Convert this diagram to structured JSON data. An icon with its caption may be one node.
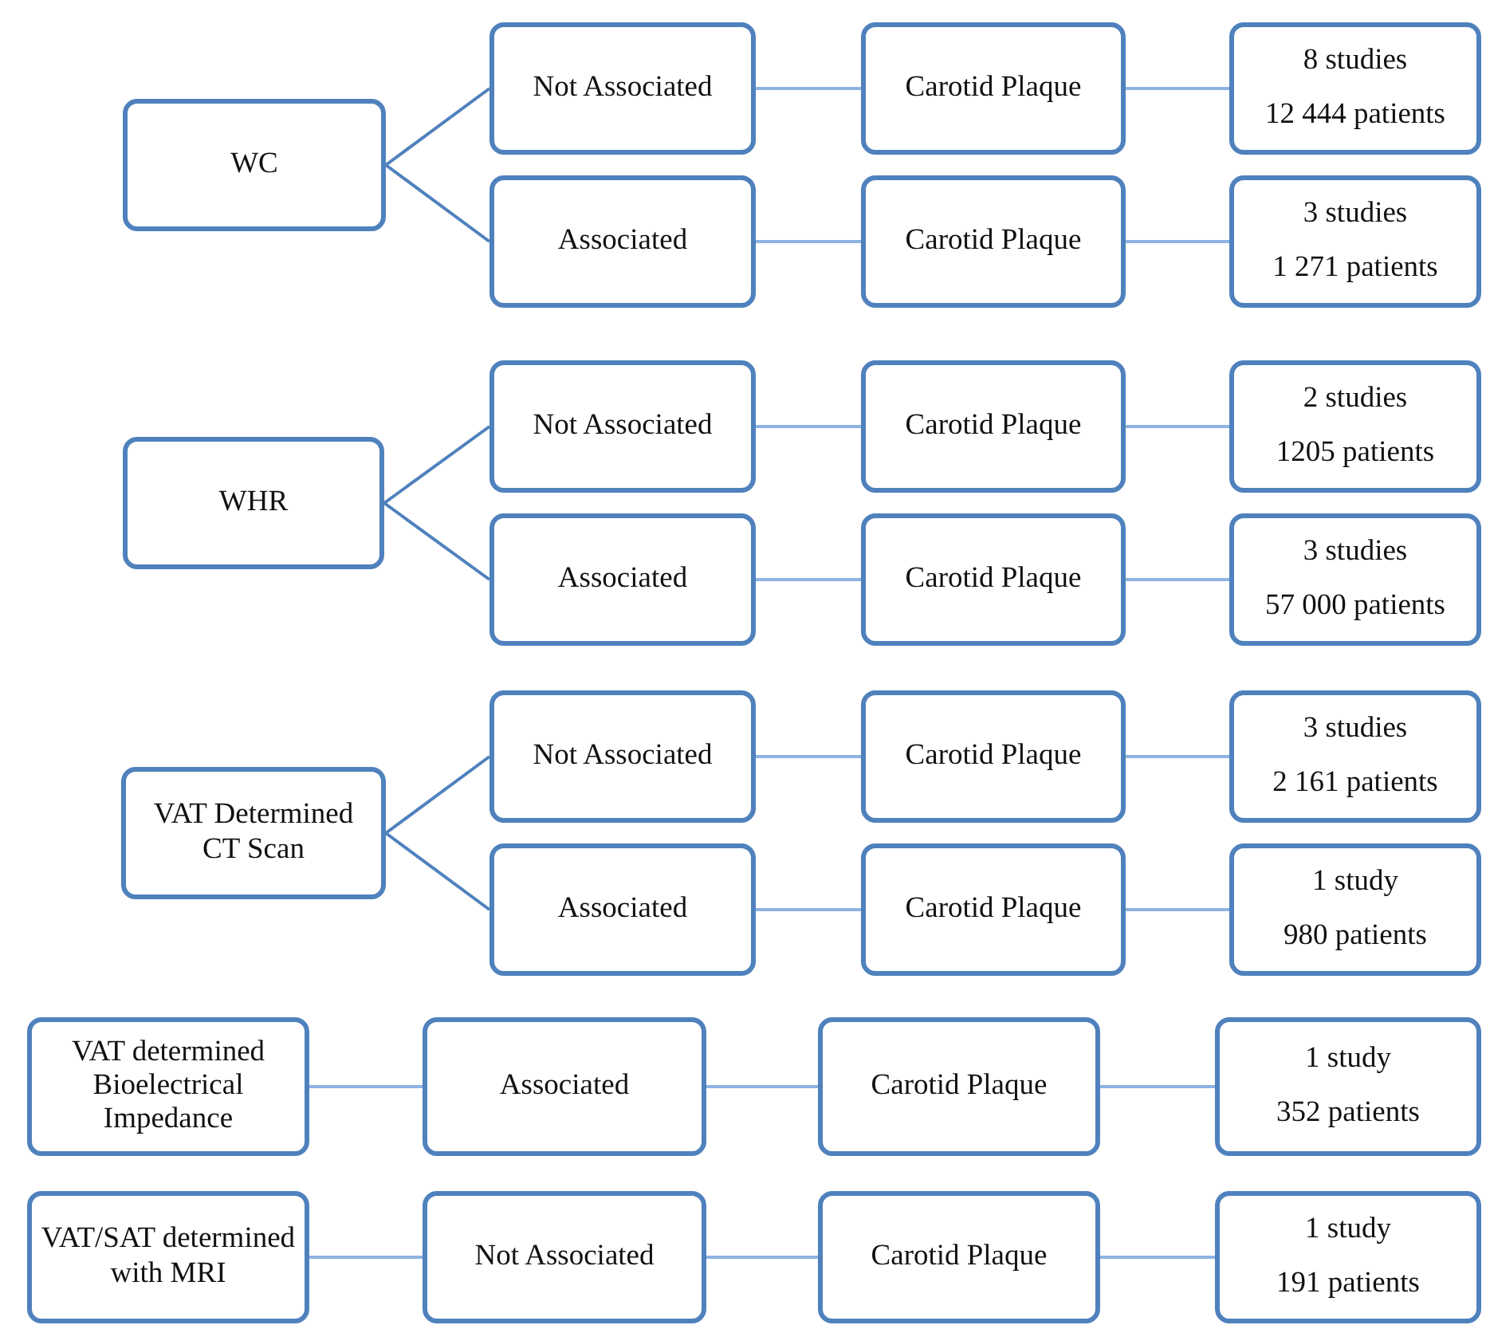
{
  "diagram": {
    "nodes": [
      {
        "text": [
          "WC"
        ]
      },
      {
        "text": [
          "Not Associated"
        ]
      },
      {
        "text": [
          "Carotid Plaque"
        ]
      },
      {
        "text": [
          "8 studies",
          "12 444 patients"
        ]
      },
      {
        "text": [
          "Associated"
        ]
      },
      {
        "text": [
          "Carotid Plaque"
        ]
      },
      {
        "text": [
          "3 studies",
          "1 271 patients"
        ]
      },
      {
        "text": [
          "WHR"
        ]
      },
      {
        "text": [
          "Not Associated"
        ]
      },
      {
        "text": [
          "Carotid Plaque"
        ]
      },
      {
        "text": [
          "2 studies",
          "1205 patients"
        ]
      },
      {
        "text": [
          "Associated"
        ]
      },
      {
        "text": [
          "Carotid Plaque"
        ]
      },
      {
        "text": [
          "3 studies",
          "57 000 patients"
        ]
      },
      {
        "text": [
          "VAT Determined CT Scan"
        ]
      },
      {
        "text": [
          "Not Associated"
        ]
      },
      {
        "text": [
          "Carotid Plaque"
        ]
      },
      {
        "text": [
          "3 studies",
          "2 161 patients"
        ]
      },
      {
        "text": [
          "Associated"
        ]
      },
      {
        "text": [
          "Carotid Plaque"
        ]
      },
      {
        "text": [
          "1 study",
          "980 patients"
        ]
      },
      {
        "text": [
          "VAT determined Bioelectrical Impedance"
        ]
      },
      {
        "text": [
          "Associated"
        ]
      },
      {
        "text": [
          "Carotid Plaque"
        ]
      },
      {
        "text": [
          "1 study",
          "352 patients"
        ]
      },
      {
        "text": [
          "VAT/SAT determined with MRI"
        ]
      },
      {
        "text": [
          "Not Associated"
        ]
      },
      {
        "text": [
          "Carotid Plaque"
        ]
      },
      {
        "text": [
          "1 study",
          "191 patients"
        ]
      }
    ],
    "edges": [
      {
        "from": 0,
        "to": 1,
        "arrow": "none"
      },
      {
        "from": 0,
        "to": 4,
        "arrow": "none"
      },
      {
        "from": 1,
        "to": 2,
        "arrow": "none"
      },
      {
        "from": 2,
        "to": 3,
        "arrow": "none"
      },
      {
        "from": 4,
        "to": 5,
        "arrow": "none"
      },
      {
        "from": 5,
        "to": 6,
        "arrow": "none"
      },
      {
        "from": 7,
        "to": 8,
        "arrow": "none"
      },
      {
        "from": 7,
        "to": 11,
        "arrow": "none"
      },
      {
        "from": 8,
        "to": 9,
        "arrow": "none"
      },
      {
        "from": 9,
        "to": 10,
        "arrow": "none"
      },
      {
        "from": 11,
        "to": 12,
        "arrow": "none"
      },
      {
        "from": 12,
        "to": 13,
        "arrow": "none"
      },
      {
        "from": 14,
        "to": 15,
        "arrow": "none"
      },
      {
        "from": 14,
        "to": 18,
        "arrow": "none"
      },
      {
        "from": 15,
        "to": 16,
        "arrow": "none"
      },
      {
        "from": 16,
        "to": 17,
        "arrow": "none"
      },
      {
        "from": 18,
        "to": 19,
        "arrow": "none"
      },
      {
        "from": 19,
        "to": 20,
        "arrow": "none"
      },
      {
        "from": 21,
        "to": 22,
        "arrow": "none"
      },
      {
        "from": 22,
        "to": 23,
        "arrow": "none"
      },
      {
        "from": 23,
        "to": 24,
        "arrow": "none"
      },
      {
        "from": 25,
        "to": 26,
        "arrow": "none"
      },
      {
        "from": 26,
        "to": 27,
        "arrow": "none"
      },
      {
        "from": 27,
        "to": 28,
        "arrow": "none"
      }
    ]
  }
}
